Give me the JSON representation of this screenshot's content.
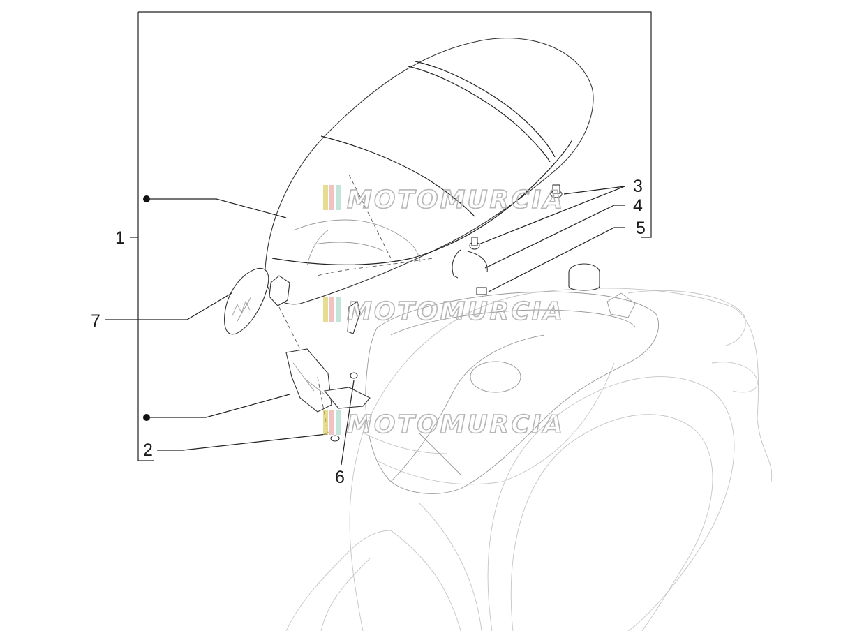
{
  "callouts": [
    {
      "id": "1",
      "text": "1"
    },
    {
      "id": "2",
      "text": "2"
    },
    {
      "id": "3",
      "text": "3"
    },
    {
      "id": "4",
      "text": "4"
    },
    {
      "id": "5",
      "text": "5"
    },
    {
      "id": "6",
      "text": "6"
    },
    {
      "id": "7",
      "text": "7"
    }
  ],
  "watermark": {
    "text": "MOTOMURCIA",
    "flag_colors": [
      "#d4c64a",
      "#e79a9a",
      "#9bd3c0"
    ]
  },
  "parts": [
    "seat",
    "seat-emblem",
    "seat-hinge",
    "rubber-buffer",
    "fuel-cap",
    "scooter-body"
  ]
}
